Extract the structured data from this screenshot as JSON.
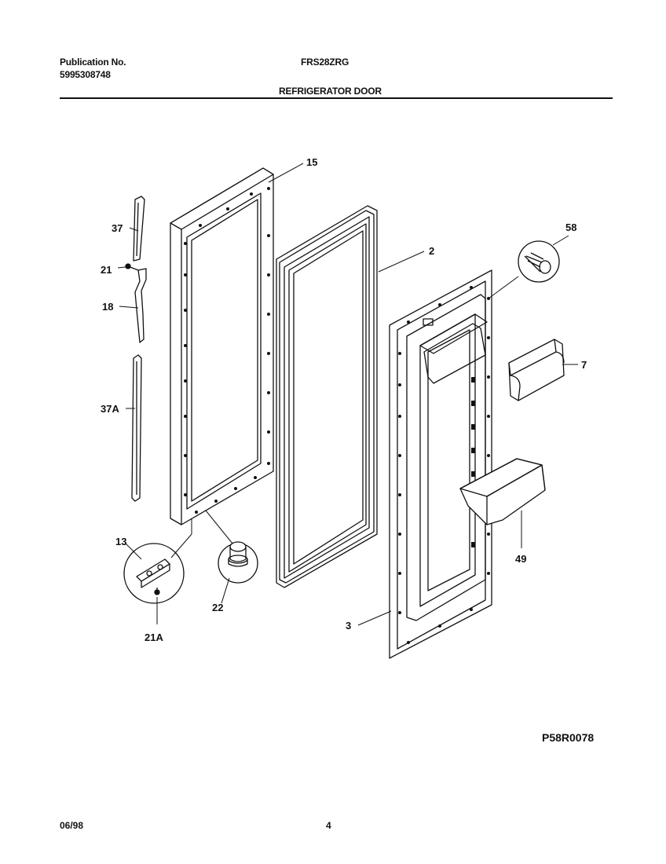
{
  "header": {
    "publication_label": "Publication No.",
    "publication_number": "5995308748",
    "model": "FRS28ZRG",
    "section_title": "REFRIGERATOR DOOR"
  },
  "parts": {
    "p15": "15",
    "p37": "37",
    "p21": "21",
    "p18": "18",
    "p37a": "37A",
    "p13": "13",
    "p21a": "21A",
    "p22": "22",
    "p2": "2",
    "p58": "58",
    "p7": "7",
    "p49": "49",
    "p3": "3"
  },
  "drawing_id": "P58R0078",
  "footer": {
    "date": "06/98",
    "page": "4"
  }
}
